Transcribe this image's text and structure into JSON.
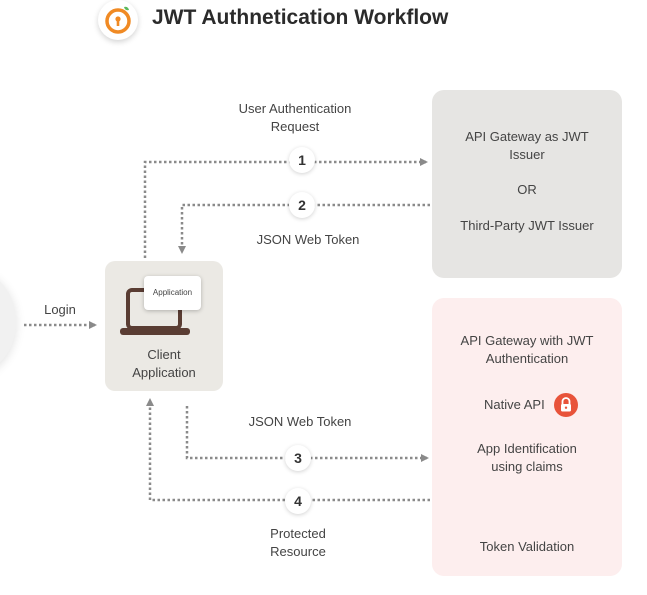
{
  "header": {
    "title": "JWT Authnetication Workflow"
  },
  "flow": {
    "login": "Login",
    "request_line1": "User Authentication",
    "request_line2": "Request",
    "token_return": "JSON Web Token",
    "token_send": "JSON Web Token",
    "resource_line1": "Protected",
    "resource_line2": "Resource",
    "steps": [
      "1",
      "2",
      "3",
      "4"
    ]
  },
  "client": {
    "card_label": "Application",
    "label_line1": "Client",
    "label_line2": "Application"
  },
  "issuer": {
    "line1": "API Gateway as JWT",
    "line2": "Issuer",
    "or": "OR",
    "third_party": "Third-Party JWT Issuer"
  },
  "gateway": {
    "line1": "API Gateway with JWT",
    "line2": "Authentication",
    "native_api": "Native API",
    "ident_line1": "App Identification",
    "ident_line2": "using claims",
    "validation": "Token Validation"
  },
  "colors": {
    "accent": "#e8533a",
    "logo_orange": "#f08a24",
    "connector": "#8a8a8a",
    "issuer_box": "#e6e5e3",
    "gateway_box": "#fdeeee",
    "client_box": "#ebe9e4"
  },
  "icons": {
    "logo": "key-lock-logo-icon",
    "laptop": "laptop-icon",
    "lock": "lock-icon"
  }
}
